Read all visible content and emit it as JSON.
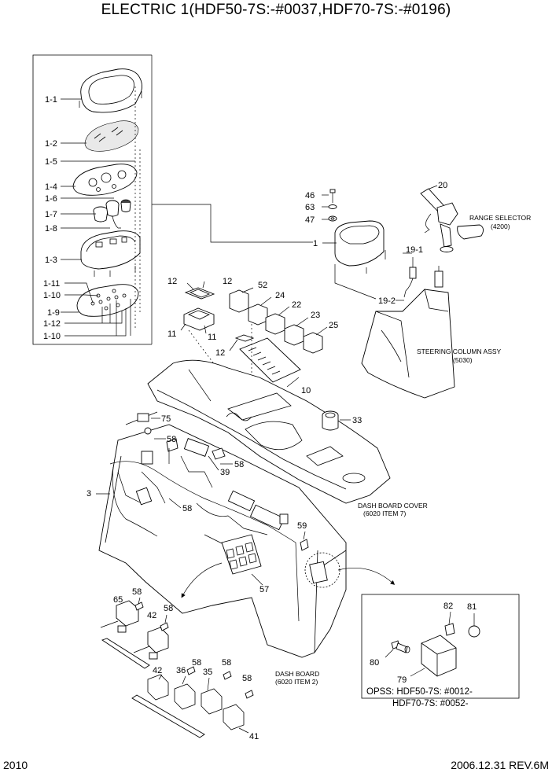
{
  "title": "ELECTRIC 1(HDF50-7S:-#0037,HDF70-7S:-#0196)",
  "footer": {
    "page": "2010",
    "revision": "2006.12.31 REV.6M"
  },
  "callouts": {
    "c1_1": "1-1",
    "c1_2": "1-2",
    "c1_5": "1-5",
    "c1_4": "1-4",
    "c1_6": "1-6",
    "c1_7": "1-7",
    "c1_8": "1-8",
    "c1_3": "1-3",
    "c1_11": "1-11",
    "c1_10a": "1-10",
    "c1_9": "1-9",
    "c1_12": "1-12",
    "c1_10b": "1-10",
    "c46": "46",
    "c63": "63",
    "c47": "47",
    "c1": "1",
    "c20": "20",
    "c19_1": "19-1",
    "c19_2": "19-2",
    "c12a": "12",
    "c12b": "12",
    "c11a": "11",
    "c11b": "11",
    "c12c": "12",
    "c52": "52",
    "c24": "24",
    "c22": "22",
    "c23": "23",
    "c25": "25",
    "c10": "10",
    "c75": "75",
    "c58a": "58",
    "c33": "33",
    "c58b": "58",
    "c39": "39",
    "c3": "3",
    "c58c": "58",
    "c59": "59",
    "c57": "57",
    "c58d": "58",
    "c65": "65",
    "c58e": "58",
    "c42a": "42",
    "c42b": "42",
    "c36": "36",
    "c58f": "58",
    "c35": "35",
    "c58g": "58",
    "c58h": "58",
    "c41": "41",
    "c82": "82",
    "c81": "81",
    "c80": "80",
    "c79": "79"
  },
  "notes": {
    "range_selector": "RANGE SELECTOR",
    "range_selector_ref": "(4200)",
    "steering_column": "STEERING COLUMN ASSY",
    "steering_column_ref": "(5030)",
    "dash_cover": "DASH BOARD COVER",
    "dash_cover_ref": "(6020 ITEM 7)",
    "dash_board": "DASH BOARD",
    "dash_board_ref": "(6020 ITEM 2)",
    "opss_line1": "OPSS: HDF50-7S: #0012-",
    "opss_line2": "HDF70-7S: #0052-"
  }
}
